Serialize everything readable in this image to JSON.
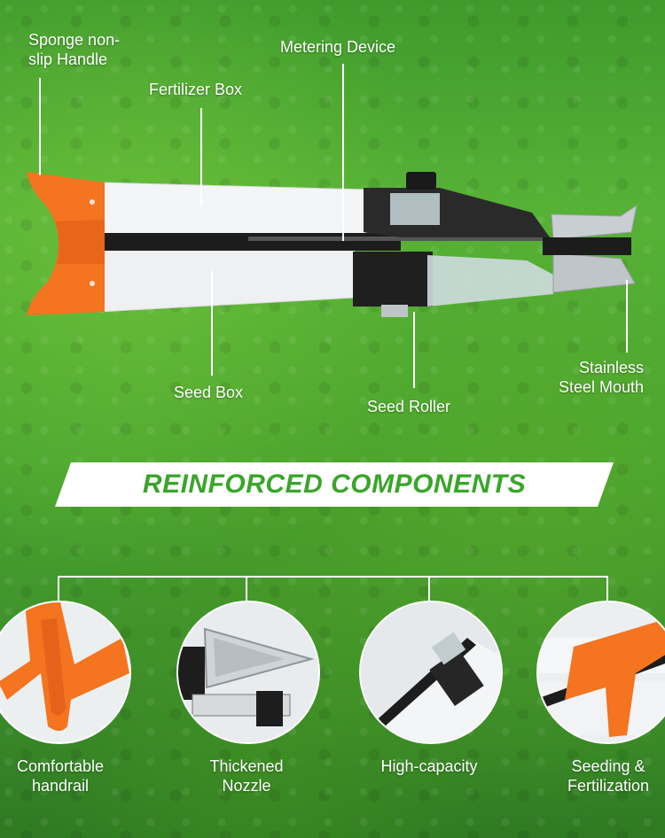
{
  "labels": {
    "handle": [
      "Sponge non-",
      "slip Handle"
    ],
    "fertilizer_box": "Fertilizer Box",
    "metering_device": "Metering Device",
    "seed_box": "Seed Box",
    "seed_roller": "Seed Roller",
    "mouth": [
      "Stainless",
      "Steel Mouth"
    ]
  },
  "banner": {
    "title": "REINFORCED COMPONENTS"
  },
  "components": [
    {
      "caption": [
        "Comfortable",
        "handrail"
      ]
    },
    {
      "caption": [
        "Thickened",
        "Nozzle"
      ]
    },
    {
      "caption": [
        "High-capacity"
      ]
    },
    {
      "caption": [
        "Seeding &",
        "Fertilization"
      ]
    }
  ],
  "colors": {
    "field_green": "#4aa52f",
    "banner_text": "#3aa52b",
    "handle_orange": "#f4741f",
    "box_white": "#f2f3f4",
    "frame_black": "#1c1c1c",
    "steel": "#c9ced2"
  }
}
